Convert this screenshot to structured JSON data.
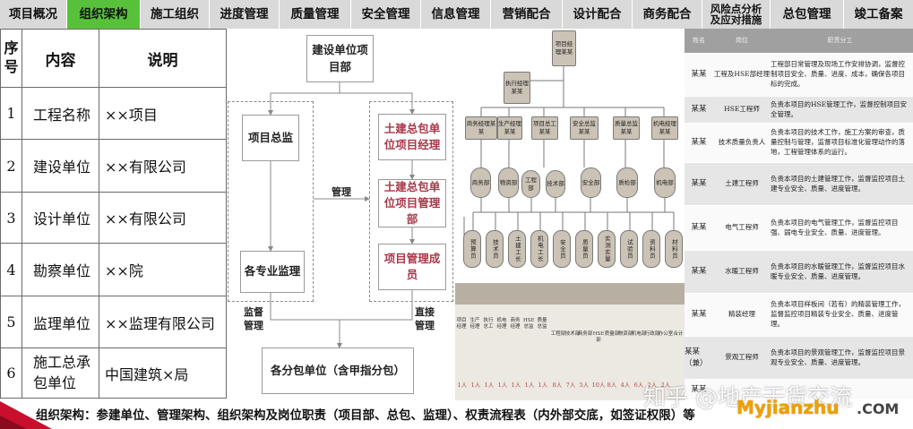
{
  "tabs": [
    {
      "label": "项目概况",
      "active": false
    },
    {
      "label": "组织架构",
      "active": true
    },
    {
      "label": "施工组织",
      "active": false
    },
    {
      "label": "进度管理",
      "active": false
    },
    {
      "label": "质量管理",
      "active": false
    },
    {
      "label": "安全管理",
      "active": false
    },
    {
      "label": "信息管理",
      "active": false
    },
    {
      "label": "营销配合",
      "active": false
    },
    {
      "label": "设计配合",
      "active": false
    },
    {
      "label": "商务配合",
      "active": false
    },
    {
      "label": "风险点分析及应对措施",
      "active": false
    },
    {
      "label": "总包管理",
      "active": false
    },
    {
      "label": "竣工备案",
      "active": false
    }
  ],
  "colors": {
    "tab_active": "#58c13a",
    "tab_bg": "#d9d9d9",
    "org_red_text": "#a8384a",
    "watermark_orange": "#f0a000"
  },
  "info_table": {
    "headers": {
      "index": "序号",
      "item": "内容",
      "desc": "说明"
    },
    "rows": [
      {
        "index": "1",
        "item": "工程名称",
        "desc": "××项目"
      },
      {
        "index": "2",
        "item": "建设单位",
        "desc": "××有限公司"
      },
      {
        "index": "3",
        "item": "设计单位",
        "desc": "××有限公司"
      },
      {
        "index": "4",
        "item": "勘察单位",
        "desc": "××院"
      },
      {
        "index": "5",
        "item": "监理单位",
        "desc": "××监理有限公司"
      },
      {
        "index": "6",
        "item": "施工总承包单位",
        "desc": "中国建筑×局"
      }
    ]
  },
  "org_chart": {
    "owner": "建设单位项目部",
    "chief_supervisor": "项目总监",
    "supervisors": "各专业监理",
    "gc_manager": "土建总包单位项目经理",
    "gc_dept": "土建总包单位项目管理部",
    "gc_members": "项目管理成员",
    "subcontractors": "各分包单位（含甲指分包）",
    "label_manage": "管理",
    "label_supervise": "监督管理",
    "label_direct": "直接管理"
  },
  "tree": {
    "top": "项目经理某某",
    "exec": "执行经理某某",
    "managers": [
      "商务经理某某",
      "生产经理某某",
      "项目总工某某",
      "安全总监某某",
      "质量总监某某",
      "机电经理某某"
    ],
    "depts": [
      "商务部",
      "物资部",
      "工程部",
      "技术部",
      "安全部",
      "质检部",
      "机电部"
    ],
    "staff": [
      "预算员",
      "技术员",
      "土建工长",
      "机电工长",
      "安全员",
      "质量员",
      "实测实量",
      "试验员",
      "资料员",
      "材料员"
    ],
    "table_headers": [
      "项目经理",
      "生产经理",
      "执行总工",
      "机电经理",
      "商务经理",
      "HSE总监",
      "质量总监",
      "工程部",
      "技术部",
      "商务部",
      "HSE部",
      "质量部",
      "物资部",
      "机电部",
      "行政部",
      "办公室",
      "合计"
    ],
    "table_values": [
      "1人",
      "1人",
      "1人",
      "1人",
      "1人",
      "1人",
      "1人",
      "8人",
      "7人",
      "5人",
      "10人",
      "8人",
      "4人",
      "6人",
      "2人",
      "2人"
    ]
  },
  "duty_table": {
    "headers": [
      "姓名",
      "岗位",
      "职责分工"
    ],
    "rows": [
      {
        "name": "某某",
        "role": "工程及HSE部经理",
        "duty": "工程部日常管理及现场工作安排协调，监督控制项目安全、质量、进度、成本，确保各项目标的完成。"
      },
      {
        "name": "某某",
        "role": "HSE工程师",
        "duty": "负责本项目的HSE管理工作，监督控制项目安全管理。"
      },
      {
        "name": "某某",
        "role": "技术质量负责人",
        "duty": "负责本项目的技术工作，施工方案的审查，质量控制与管理，监督项目标准化管理动作的落地，工程管理体系的运行。"
      },
      {
        "name": "某某",
        "role": "土建工程师",
        "duty": "负责本项目的土建管理工作，监督监控项目土建专业安全、质量、进度管理。"
      },
      {
        "name": "某某",
        "role": "电气工程师",
        "duty": "负责本项目的电气管理工作，监督监控项目强、弱电专业安全、质量、进度管理。"
      },
      {
        "name": "某某",
        "role": "水暖工程师",
        "duty": "负责本项目的水暖管理工作，监督监控项目水暖专业安全、质量、进度管理。"
      },
      {
        "name": "某某",
        "role": "精装经理",
        "duty": "负责本项目样板间（若有）的精装管理工作，监督监控项目精装专业安全、质量、进度管理。"
      },
      {
        "name": "某某（兼）",
        "role": "景观工程师",
        "duty": "负责本项目的景观管理工作，监督监控项目景观专业安全、质量、进度管理。"
      },
      {
        "name": "某某",
        "role": "",
        "duty": ""
      }
    ]
  },
  "footer": {
    "text": "组织架构：参建单位、管理架构、组织架构及岗位职责（项目部、总包、监理）、权责流程表（内外部交底，如签证权限）等"
  },
  "watermark": {
    "zhihu": "知乎 @地产干货交流",
    "site": "Myjianzhu",
    "com": ".COM"
  }
}
